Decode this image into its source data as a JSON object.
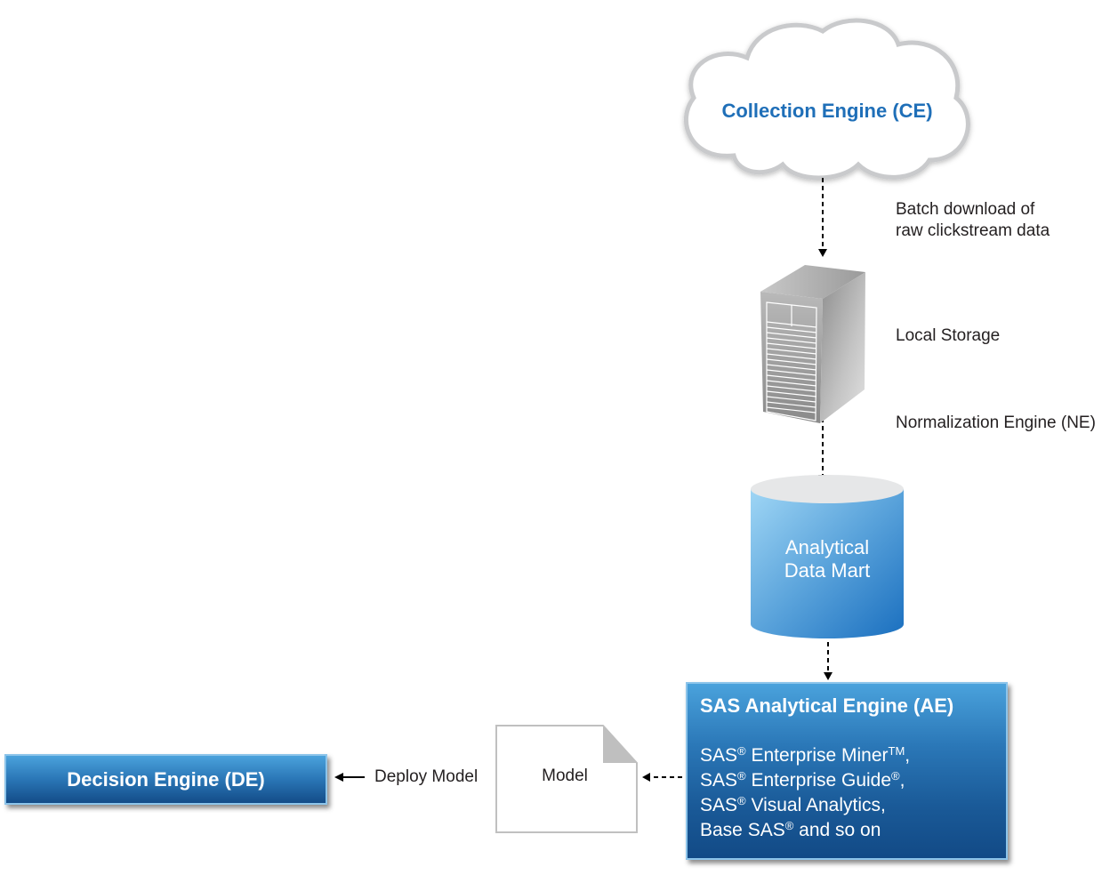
{
  "diagram": {
    "nodes": {
      "collection_engine": {
        "label": "Collection Engine (CE)",
        "shape": "cloud",
        "color": "#1f6fb8"
      },
      "local_storage_server": {
        "shape": "server-tower-icon"
      },
      "analytical_data_mart": {
        "line1": "Analytical",
        "line2": "Data Mart",
        "shape": "database-cylinder"
      },
      "analytical_engine": {
        "title": "SAS Analytical Engine (AE)",
        "products": [
          {
            "text": "SAS",
            "mark": "®",
            "rest": " Enterprise Miner",
            "mark2": "TM",
            "end": ","
          },
          {
            "text": "SAS",
            "mark": "®",
            "rest": " Enterprise Guide",
            "mark2": "®",
            "end": ","
          },
          {
            "text": "SAS",
            "mark": "®",
            "rest": " Visual Analytics,",
            "mark2": "",
            "end": ""
          },
          {
            "text": "Base SAS",
            "mark": "®",
            "rest": " and so on",
            "mark2": "",
            "end": ""
          }
        ]
      },
      "model_document": {
        "label": "Model",
        "shape": "document"
      },
      "decision_engine": {
        "label": "Decision Engine (DE)"
      }
    },
    "edge_labels": {
      "batch_download_line1": "Batch download of",
      "batch_download_line2": "raw clickstream data",
      "local_storage": "Local Storage",
      "normalization_engine": "Normalization Engine (NE)",
      "deploy_model": "Deploy Model"
    },
    "edges": [
      {
        "from": "collection_engine",
        "to": "local_storage_server",
        "style": "dashed"
      },
      {
        "from": "local_storage_server",
        "to": "analytical_data_mart",
        "style": "dashed"
      },
      {
        "from": "analytical_data_mart",
        "to": "analytical_engine",
        "style": "dashed"
      },
      {
        "from": "analytical_engine",
        "to": "model_document",
        "style": "dashed"
      },
      {
        "from": "model_document",
        "to": "decision_engine",
        "style": "solid"
      }
    ]
  }
}
